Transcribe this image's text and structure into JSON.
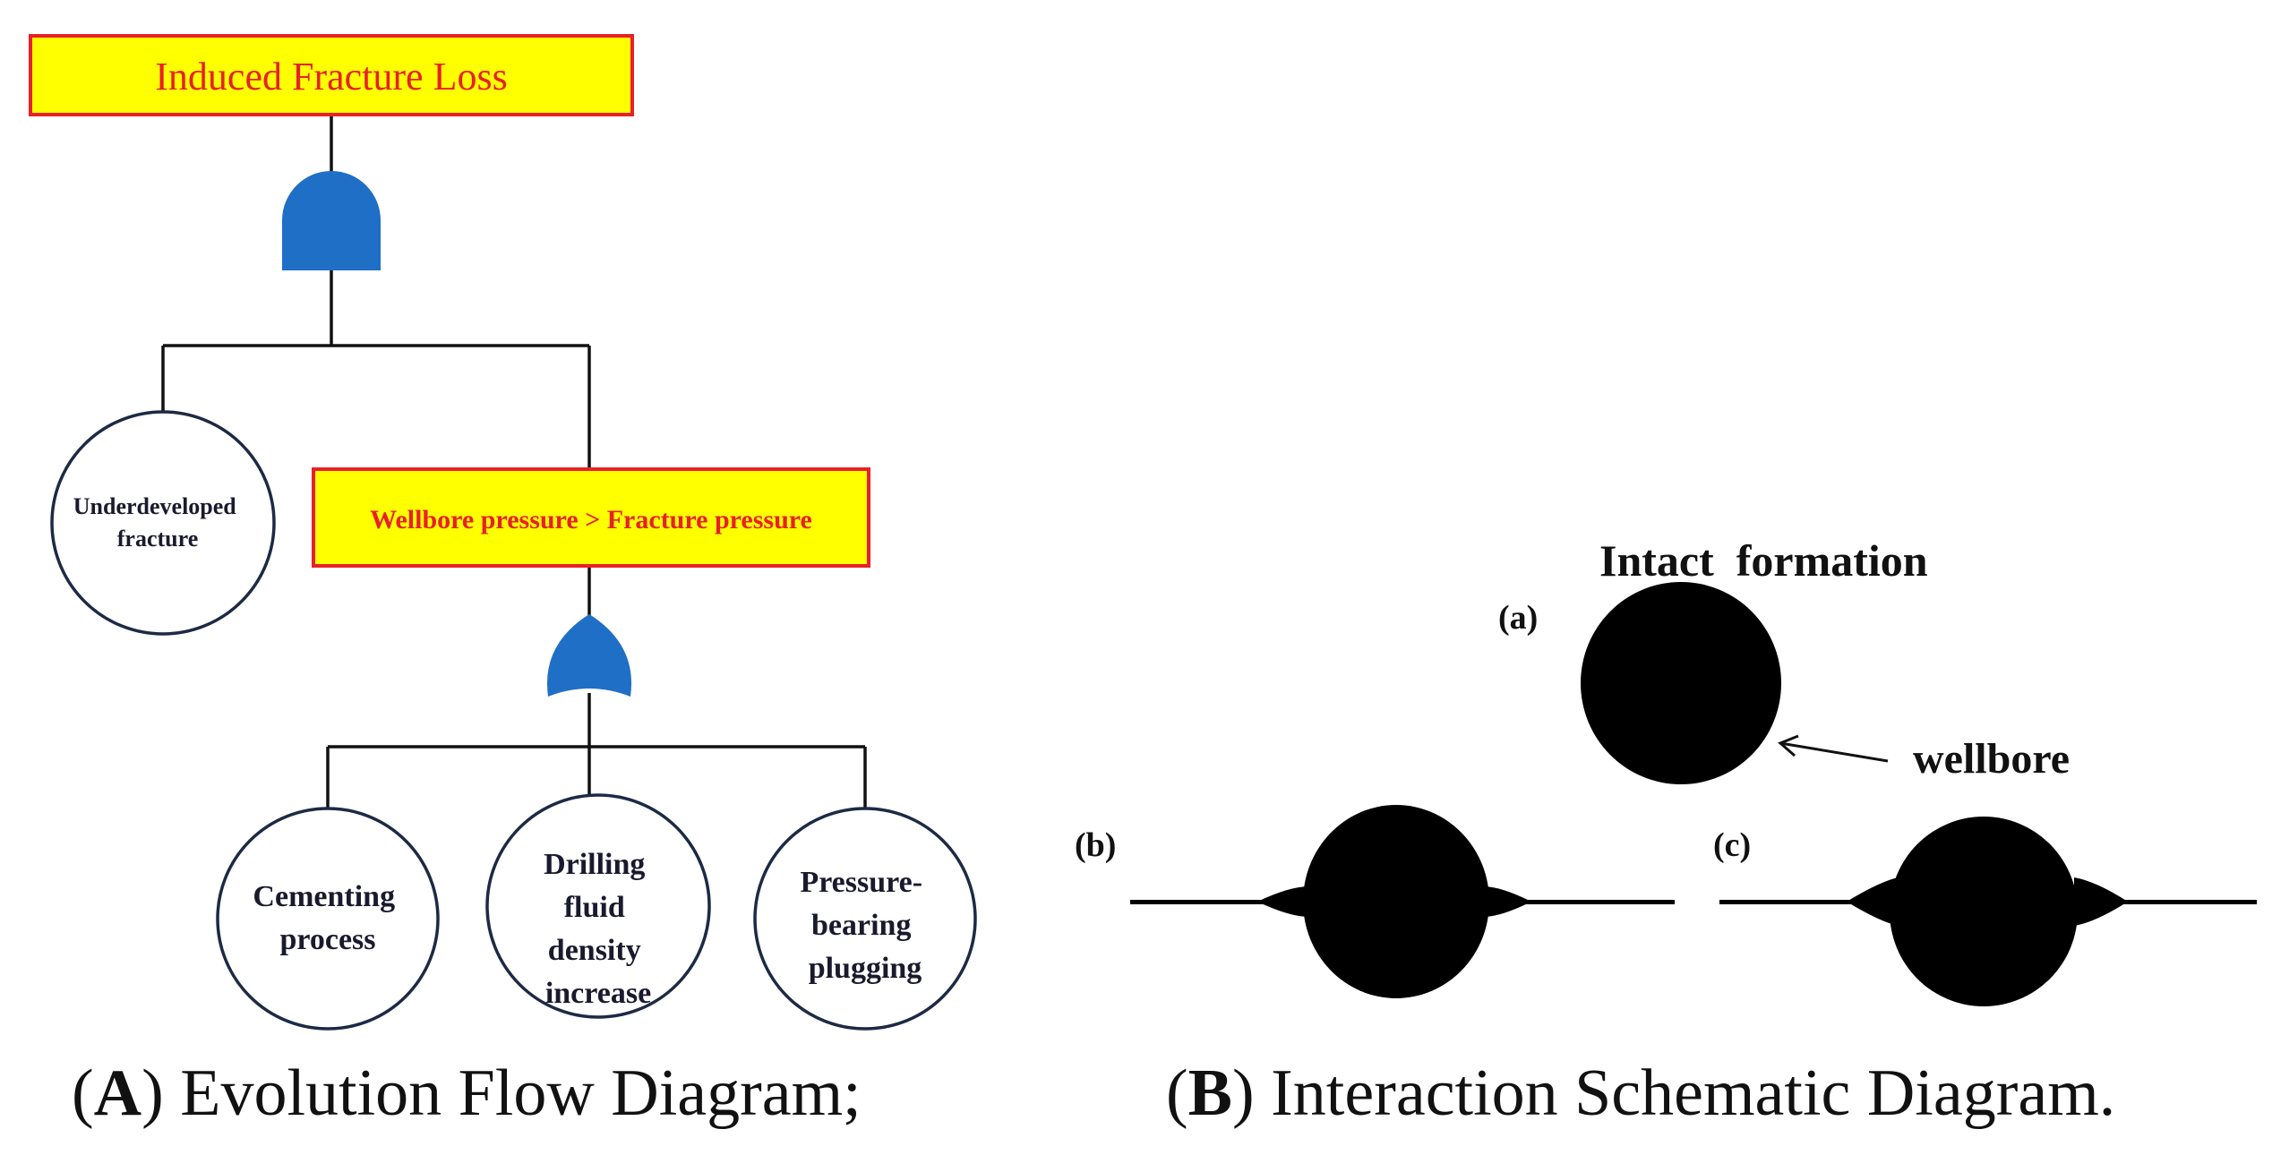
{
  "panel_a": {
    "top_event": "Induced Fracture Loss",
    "left_event": [
      "Underdeveloped",
      "fracture"
    ],
    "intermediate_event": "Wellbore pressure > Fracture pressure",
    "basic_events": [
      [
        "Cementing",
        "process"
      ],
      [
        "Drilling",
        "fluid",
        "density",
        "increase"
      ],
      [
        "Pressure-",
        "bearing",
        "plugging"
      ]
    ],
    "gate_top": "and-gate",
    "gate_mid": "or-gate",
    "caption": {
      "open": "(",
      "letter": "A",
      "rest": ") Evolution Flow Diagram;"
    }
  },
  "panel_b": {
    "heading": "Intact  formation",
    "label_a": "(a)",
    "label_b": "(b)",
    "label_c": "(c)",
    "wellbore_label": "wellbore",
    "caption": {
      "open": "(",
      "letter": "B",
      "rest": ") Interaction Schematic Diagram."
    }
  },
  "colors": {
    "event_box_fill": "#ffff00",
    "event_box_border": "#e8202a",
    "event_text": "#e8202a",
    "gate_fill": "#1f6fc6",
    "node_stroke": "#1c2a44",
    "wellbore_fill": "#000000"
  }
}
